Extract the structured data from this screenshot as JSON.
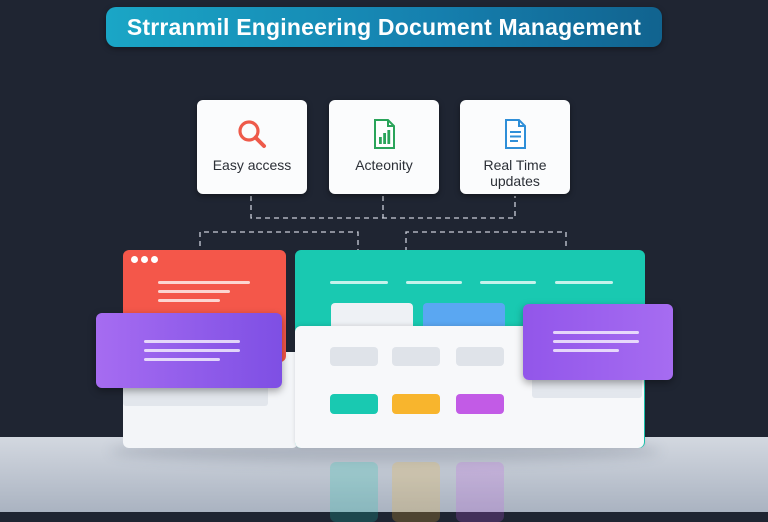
{
  "title": "Strranmil Engineering Document Management",
  "features": [
    {
      "label": "Easy access",
      "icon": "search-icon"
    },
    {
      "label": "Acteonity",
      "icon": "spreadsheet-icon"
    },
    {
      "label": "Real Time updates",
      "icon": "document-icon"
    }
  ],
  "colors": {
    "background": "#1f2532",
    "banner": "#157fae",
    "teal": "#19c9b1",
    "red": "#f4574a",
    "purple": "#8f5ce8",
    "orange": "#f8b52d",
    "magenta": "#c25be6",
    "blue": "#5aa7f2"
  }
}
